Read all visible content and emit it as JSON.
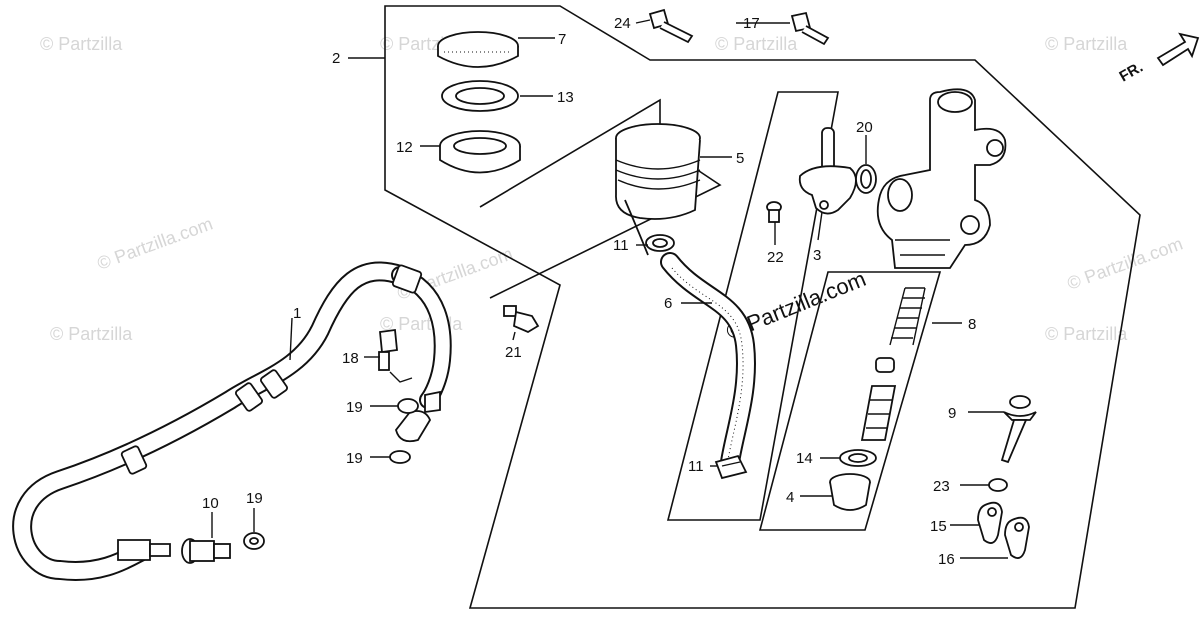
{
  "watermark": "© Partzilla",
  "watermark_center": "© Partzilla.com",
  "direction_label": "FR.",
  "part_labels": {
    "p1": "1",
    "p2": "2",
    "p3": "3",
    "p4": "4",
    "p5": "5",
    "p6": "6",
    "p7": "7",
    "p8": "8",
    "p9": "9",
    "p10": "10",
    "p11a": "11",
    "p11b": "11",
    "p12": "12",
    "p13": "13",
    "p14": "14",
    "p15": "15",
    "p16": "16",
    "p17": "17",
    "p18": "18",
    "p19a": "19",
    "p19b": "19",
    "p19c": "19",
    "p20": "20",
    "p21": "21",
    "p22": "22",
    "p23": "23",
    "p24": "24"
  }
}
